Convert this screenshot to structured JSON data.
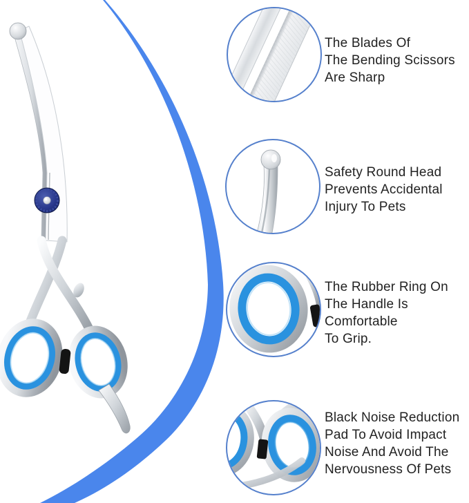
{
  "features": [
    {
      "name": "sharp-blades",
      "lines": [
        "The Blades Of",
        "The Bending Scissors",
        "Are Sharp"
      ]
    },
    {
      "name": "safety-round-head",
      "lines": [
        "Safety Round Head",
        "Prevents Accidental",
        "Injury To Pets"
      ]
    },
    {
      "name": "rubber-ring",
      "lines": [
        "The Rubber Ring On",
        "The Handle Is",
        "Comfortable",
        "To Grip."
      ]
    },
    {
      "name": "noise-reduction-pad",
      "lines": [
        "Black Noise Reduction",
        "Pad To Avoid Impact",
        "Noise And Avoid The",
        "Nervousness Of Pets"
      ]
    }
  ],
  "icons": {
    "callout_1": "blade-closeup",
    "callout_2": "round-head-closeup",
    "callout_3": "rubber-ring-closeup",
    "callout_4": "noise-pad-closeup"
  },
  "colors": {
    "background": "#ffffff",
    "swoosh": "#4a86ec",
    "circle_border": "#5580cc",
    "rubber_blue": "#2a92df",
    "screw_navy": "#1f2e78",
    "pad_black": "#141414",
    "text": "#222222"
  }
}
